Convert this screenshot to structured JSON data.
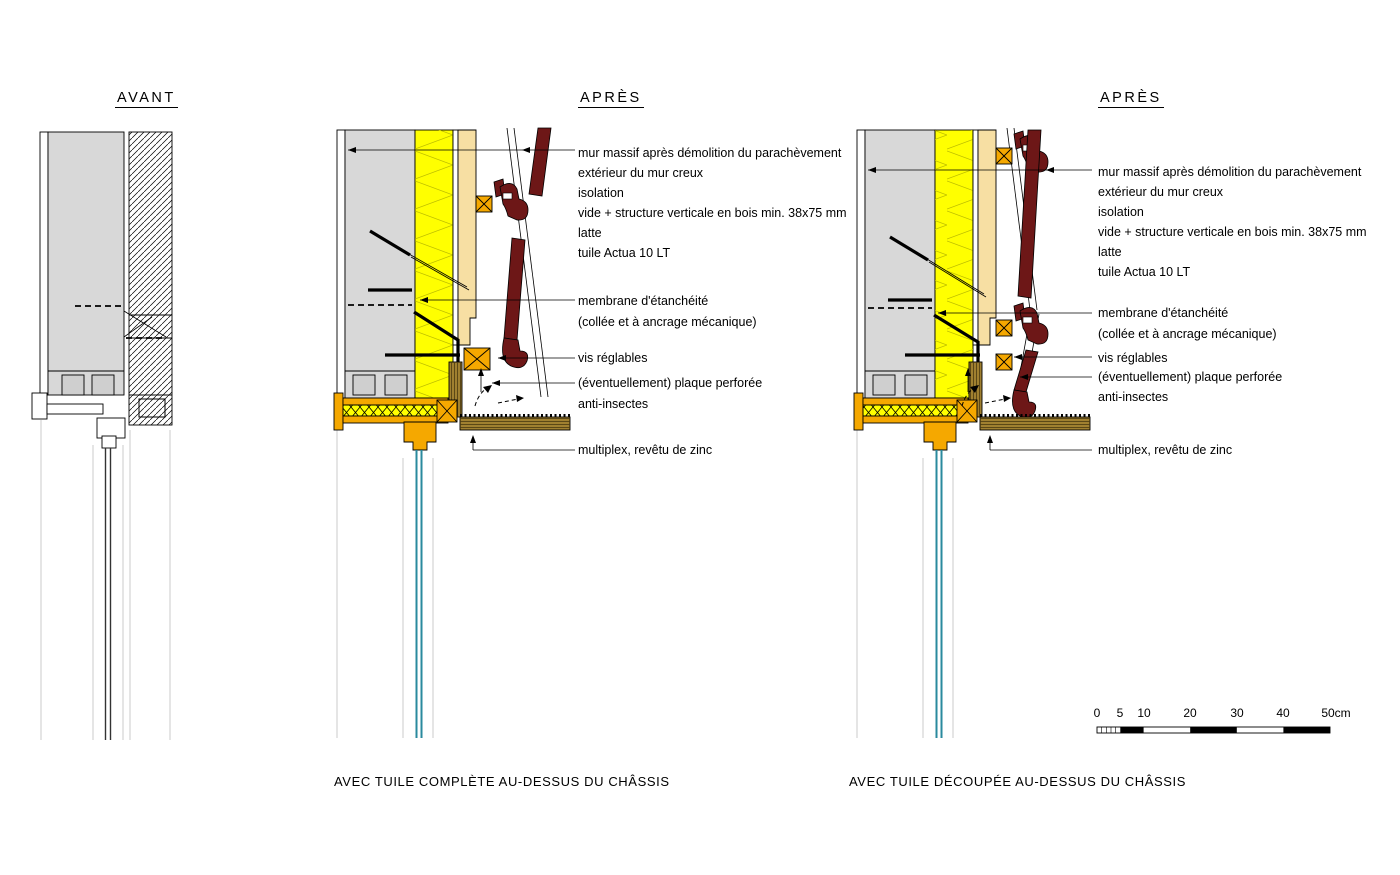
{
  "titles": {
    "avant": "AVANT",
    "apres_left": "APRÈS",
    "apres_right": "APRÈS"
  },
  "annotations": {
    "layers": [
      "mur massif après démolition du parachèvement",
      "extérieur du mur creux",
      "isolation",
      "vide + structure verticale en bois min. 38x75 mm",
      "latte",
      "tuile Actua 10 LT"
    ],
    "membrane": [
      "membrane d'étanchéité",
      "(collée et à ancrage mécanique)"
    ],
    "vis": "vis réglables",
    "plaque": [
      "(éventuellement) plaque perforée",
      "anti-insectes"
    ],
    "multiplex": "multiplex, revêtu de zinc"
  },
  "captions": {
    "left": "AVEC TUILE COMPLÈTE AU-DESSUS DU CHÂSSIS",
    "right": "AVEC TUILE DÉCOUPÉE AU-DESSUS DU CHÂSSIS"
  },
  "scalebar": {
    "labels": [
      "0",
      "5",
      "10",
      "20",
      "30",
      "40",
      "50cm"
    ]
  },
  "colors": {
    "wall_gray": "#d8d8d8",
    "block_gray": "#cfcfcf",
    "insulation_yellow": "#ffff00",
    "wood_tan": "#f7dfa3",
    "frame_orange": "#f5a800",
    "tile_maroon": "#6d1717",
    "glass_teal": "#2a8a9e",
    "multiplex_brown": "#a08030"
  }
}
